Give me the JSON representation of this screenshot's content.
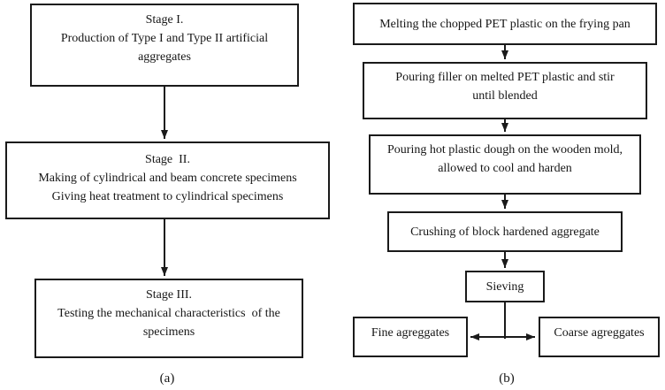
{
  "figure": {
    "colors": {
      "background": "#ffffff",
      "line": "#1a1a1a",
      "text": "#161616"
    }
  },
  "chart_a": {
    "caption": "(a)",
    "boxes": {
      "stage1": {
        "lines": [
          "Stage I.",
          "Production of Type I and Type II artificial",
          "aggregates"
        ]
      },
      "stage2": {
        "lines": [
          "Stage  II.",
          "Making of cylindrical and beam concrete specimens",
          "Giving heat treatment to cylindrical specimens"
        ]
      },
      "stage3": {
        "lines": [
          "Stage III.",
          "Testing the mechanical characteristics  of the",
          "specimens"
        ]
      }
    }
  },
  "chart_b": {
    "caption": "(b)",
    "boxes": {
      "melting": {
        "lines": [
          "Melting the chopped PET plastic on the frying pan"
        ]
      },
      "filler": {
        "lines": [
          "Pouring filler on melted PET plastic and stir",
          "until blended"
        ]
      },
      "dough": {
        "lines": [
          "Pouring hot plastic dough on the wooden mold,",
          "allowed to cool and harden"
        ]
      },
      "crushing": {
        "lines": [
          "Crushing of block hardened aggregate"
        ]
      },
      "sieving": {
        "lines": [
          "Sieving"
        ]
      },
      "fine": {
        "lines": [
          "Fine agreggates"
        ]
      },
      "coarse": {
        "lines": [
          "Coarse agreggates"
        ]
      }
    }
  }
}
